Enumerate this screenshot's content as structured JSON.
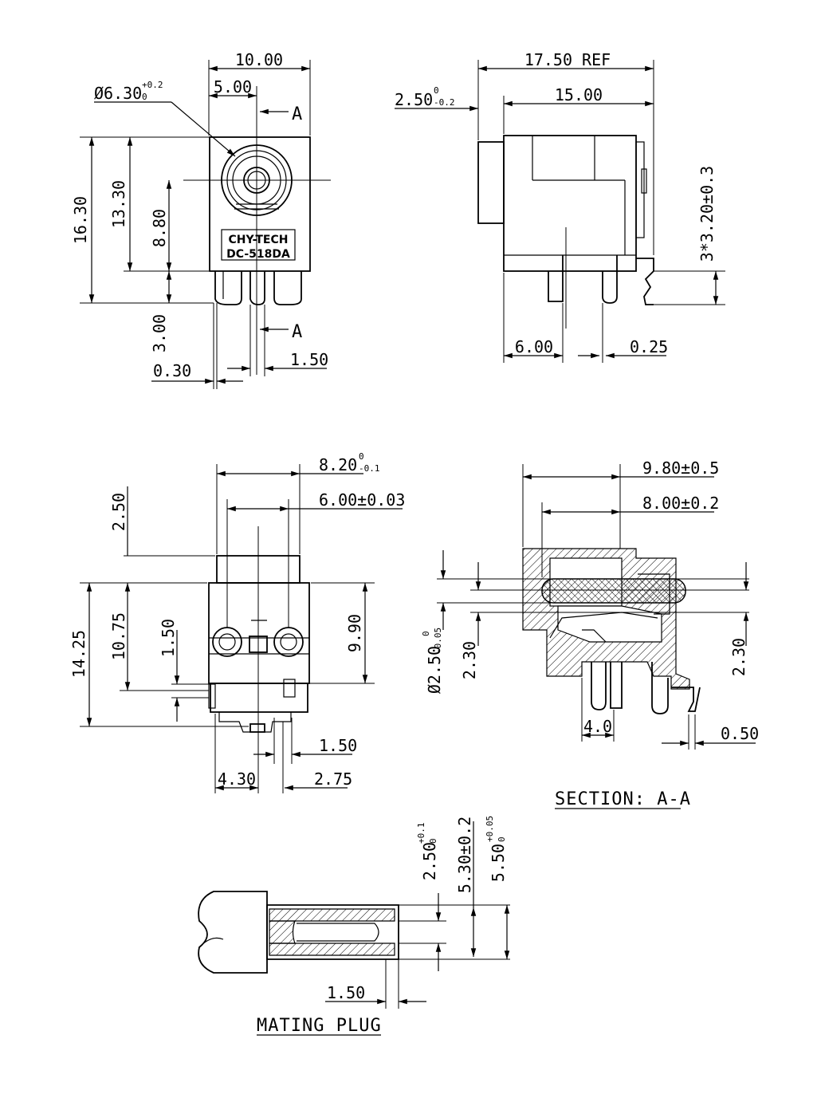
{
  "front_view": {
    "width": "10.00",
    "half_width": "5.00",
    "bore": "Ø6.30",
    "bore_tol": "+0.2",
    "bore_tol_low": "0",
    "section_mark_top": "A",
    "section_mark_bottom": "A",
    "height_total": "16.30",
    "height_body": "13.30",
    "height_center": "8.80",
    "pin_length": "3.00",
    "pin_thickness": "0.30",
    "pin_spacing": "1.50",
    "brand": "CHY-TECH",
    "model": "DC-518DA"
  },
  "side_view": {
    "overall_length": "17.50 REF",
    "front_offset": "2.50",
    "front_offset_tol_high": "0",
    "front_offset_tol_low": "-0.2",
    "body_length": "15.00",
    "pin_pitch": "6.00",
    "pin_width": "0.25",
    "pin_height": "3*3.20±0.3"
  },
  "bottom_view": {
    "overall_width": "8.20",
    "overall_width_tol_high": "0",
    "overall_width_tol_low": "-0.1",
    "inner_width": "6.00±0.03",
    "front_ledge": "2.50",
    "total_height": "14.25",
    "body_height": "10.75",
    "pad_height": "1.50",
    "pin_span": "9.90",
    "pin_offset_1": "1.50",
    "pin_offset_2": "4.30",
    "pin_offset_3": "2.75"
  },
  "section_view": {
    "depth_outer": "9.80±0.5",
    "depth_inner": "8.00±0.2",
    "pin_diameter": "Ø2.50",
    "pin_diameter_tol_high": "0",
    "pin_diameter_tol_low": "-0.05",
    "left_height": "2.30",
    "right_height": "2.30",
    "pin_gap": "4.0",
    "lead_thickness": "0.50",
    "title": "SECTION: A-A"
  },
  "mating_plug": {
    "inner_diameter": "2.50",
    "inner_tol_high": "+0.1",
    "inner_tol_low": "0",
    "middle_diameter": "5.30±0.2",
    "outer_diameter": "5.50",
    "outer_tol_high": "+0.05",
    "outer_tol_low": "0",
    "tip_length": "1.50",
    "title": "MATING PLUG"
  }
}
